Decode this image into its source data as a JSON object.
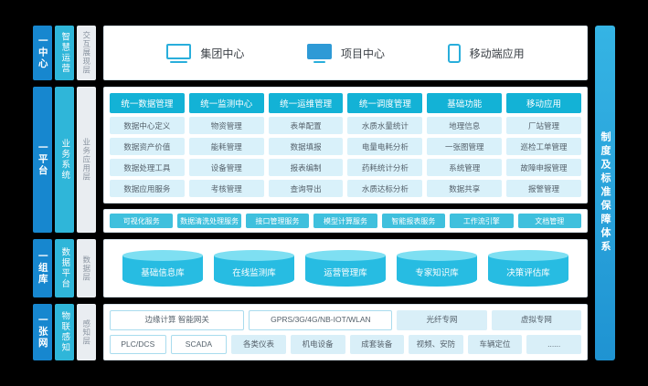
{
  "left_rail": {
    "rows": [
      {
        "primary": "一中心",
        "secondary": "智慧运营",
        "layer": "交互展现层"
      },
      {
        "primary": "一平台",
        "secondary": "业务系统",
        "layer": "业务应用层"
      },
      {
        "primary": "一组库",
        "secondary": "数据平台",
        "layer": "数据层"
      },
      {
        "primary": "一张网",
        "secondary": "物联感知",
        "layer": "感知层"
      }
    ]
  },
  "right_rail": {
    "label": "制度及标准保障体系"
  },
  "top_centers": [
    {
      "label": "集团中心",
      "icon": "desktop-icon"
    },
    {
      "label": "项目中心",
      "icon": "monitor-icon"
    },
    {
      "label": "移动端应用",
      "icon": "mobile-icon"
    }
  ],
  "app_columns": [
    {
      "header": "统一数据管理",
      "items": [
        "数据中心定义",
        "数据资产价值",
        "数据处理工具",
        "数据应用服务"
      ]
    },
    {
      "header": "统一监测中心",
      "items": [
        "物资管理",
        "能耗管理",
        "设备管理",
        "考核管理"
      ]
    },
    {
      "header": "统一运维管理",
      "items": [
        "表单配置",
        "数据填报",
        "报表编制",
        "查询导出"
      ]
    },
    {
      "header": "统一调度管理",
      "items": [
        "水质水量统计",
        "电量电耗分析",
        "药耗统计分析",
        "水质达标分析"
      ]
    },
    {
      "header": "基础功能",
      "items": [
        "地理信息",
        "一张图管理",
        "系统管理",
        "数据共享"
      ]
    },
    {
      "header": "移动应用",
      "items": [
        "厂站管理",
        "巡检工单管理",
        "故障申报管理",
        "报警管理"
      ]
    }
  ],
  "services": [
    "可视化服务",
    "数据清洗处理服务",
    "接口管理服务",
    "模型计算服务",
    "智能报表服务",
    "工作流引擎",
    "文档管理"
  ],
  "databases": [
    "基础信息库",
    "在线监测库",
    "运营管理库",
    "专家知识库",
    "决策评估库"
  ],
  "perception": {
    "row1": [
      "边缘计算 智能网关",
      "GPRS/3G/4G/NB-IOT/WLAN",
      "光纤专网",
      "虚拟专网"
    ],
    "row2": [
      "PLC/DCS",
      "SCADA",
      "各类仪表",
      "机电设备",
      "成套装备",
      "视频、安防",
      "车辆定位",
      "......"
    ]
  },
  "colors": {
    "primary_blue": "#1787cf",
    "secondary_cyan": "#2fb6d9",
    "header_cyan": "#13b2d6",
    "item_light_blue": "#d9f1fa",
    "service_cyan": "#3fc0dd",
    "cylinder_cyan": "#27bce2",
    "right_bar_blue": "#2aa6de",
    "background": "#000000"
  }
}
